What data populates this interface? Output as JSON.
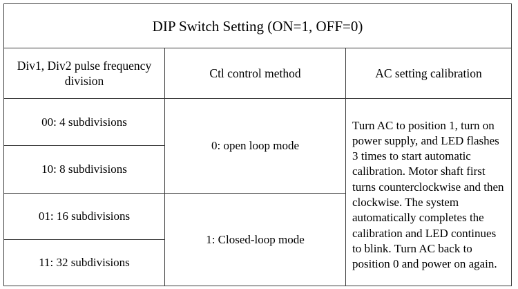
{
  "document": {
    "title": "DIP Switch Setting (ON=1, OFF=0)",
    "table": {
      "headers": {
        "col1": "Div1, Div2 pulse frequency division",
        "col2": "Ctl control method",
        "col3": "AC setting calibration"
      },
      "rows": [
        {
          "subdivision": "00:  4 subdivisions"
        },
        {
          "subdivision": "10:  8 subdivisions"
        },
        {
          "subdivision": "01:  16 subdivisions"
        },
        {
          "subdivision": "11:  32 subdivisions"
        }
      ],
      "control_methods": [
        {
          "label": "0: open loop mode",
          "span_rows": 2
        },
        {
          "label": "1: Closed-loop mode",
          "span_rows": 2
        }
      ],
      "calibration_text": "Turn AC to position 1, turn on power supply, and LED flashes 3 times to start automatic calibration. Motor shaft first turns counterclockwise and then clockwise. The system automatically completes the calibration and LED continues to blink. Turn AC back to position 0 and power on again."
    }
  },
  "colors": {
    "background": "#ffffff",
    "text": "#000000",
    "border": "#3a3a3a"
  }
}
